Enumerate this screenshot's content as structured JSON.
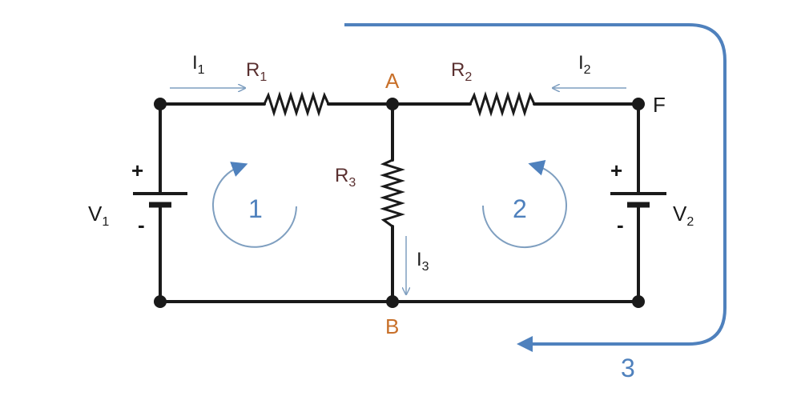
{
  "resistors": [
    {
      "id": "R1",
      "main": "R",
      "sub": "1"
    },
    {
      "id": "R2",
      "main": "R",
      "sub": "2"
    },
    {
      "id": "R3",
      "main": "R",
      "sub": "3"
    }
  ],
  "currents": [
    {
      "id": "I1",
      "main": "I",
      "sub": "1"
    },
    {
      "id": "I2",
      "main": "I",
      "sub": "2"
    },
    {
      "id": "I3",
      "main": "I",
      "sub": "3"
    }
  ],
  "sources": [
    {
      "id": "V1",
      "main": "V",
      "sub": "1",
      "plus": "+",
      "minus": "-"
    },
    {
      "id": "V2",
      "main": "V",
      "sub": "2",
      "plus": "+",
      "minus": "-"
    }
  ],
  "nodes": {
    "A": "A",
    "B": "B",
    "F": "F"
  },
  "loops": [
    "1",
    "2",
    "3"
  ],
  "colors": {
    "wire": "#1a1a1a",
    "node_label": "#c8702a",
    "resistor_label": "#5a3030",
    "loop": "#4f81bd",
    "current_arrow": "#7f9fc0"
  }
}
